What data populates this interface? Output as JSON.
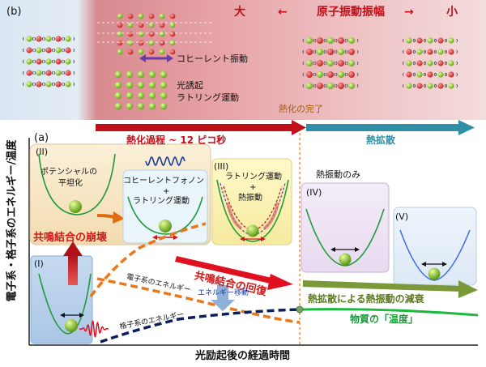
{
  "panel_b": {
    "label": "(b)",
    "amp_large": "大",
    "amp_left_arrow": "←",
    "amp_title": "原子振動振幅",
    "amp_right_arrow": "→",
    "amp_small": "小",
    "coherent_label": "コヒーレント振動",
    "rattling_label_1": "光誘起",
    "rattling_label_2": "ラトリング運動",
    "thermalization_done": "熱化の完了"
  },
  "panel_a": {
    "label": "(a)",
    "y_axis_label": "電子系・格子系のエネルギー/温度",
    "x_axis_label": "光励起後の経過時間",
    "phase1_arrow_label": "熱化過程 ~ 12 ピコ秒",
    "phase2_arrow_label": "熱拡散",
    "stage_II_label": "(II)",
    "stage_II_text_1": "ポテンシャルの",
    "stage_II_text_2": "平坦化",
    "stage_II_text_3": "コヒーレントフォノン",
    "stage_II_text_4": "+",
    "stage_II_text_5": "ラトリング運動",
    "stage_III_label": "(III)",
    "stage_III_text_1": "ラトリング運動",
    "stage_III_text_2": "+",
    "stage_III_text_3": "熱振動",
    "stage_IV_label": "(IV)",
    "stage_IV_title": "熱振動のみ",
    "stage_V_label": "(V)",
    "stage_I_label": "(I)",
    "resonance_collapse": "共鳴結合の崩壊",
    "resonance_recovery": "共鳴結合の回復",
    "electron_energy": "電子系のエネルギー",
    "energy_transfer": "エネルギー移動",
    "lattice_energy": "格子系のエネルギー",
    "thermal_decay": "熱拡散による熱振動の減衰",
    "material_temperature": "物質の「温度」"
  },
  "colors": {
    "red_arrow": "#c0101a",
    "teal_arrow": "#2e8fa6",
    "electron_curve": "#e8781a",
    "lattice_curve": "#0d1f5a",
    "temperature_line": "#1ab83c",
    "decay_arrow": "#7a9a3a"
  }
}
